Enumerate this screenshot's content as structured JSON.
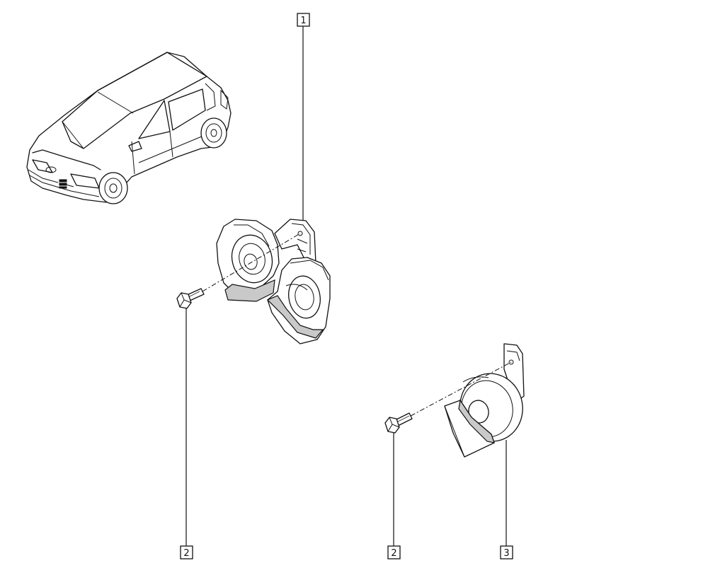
{
  "callouts": [
    {
      "id": "c1",
      "label": "1"
    },
    {
      "id": "c2a",
      "label": "2"
    },
    {
      "id": "c2b",
      "label": "2"
    },
    {
      "id": "c3",
      "label": "3"
    }
  ]
}
